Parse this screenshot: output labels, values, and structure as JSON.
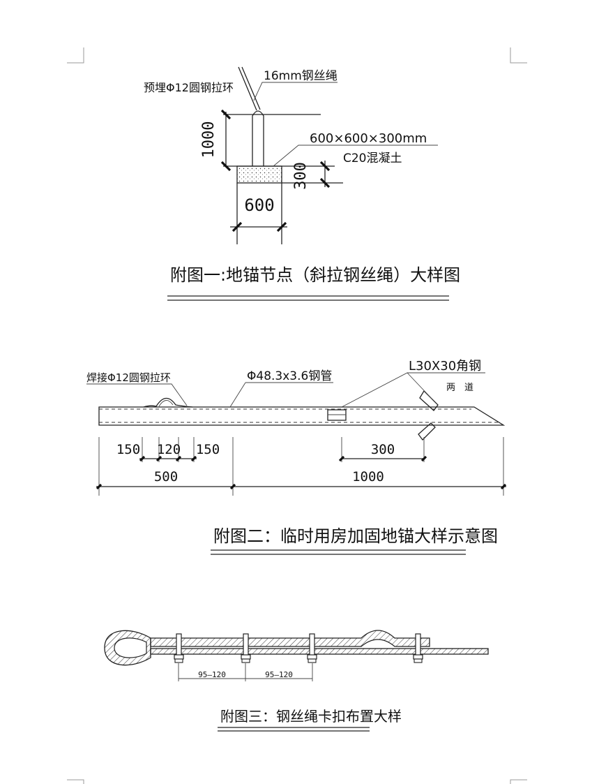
{
  "fig1": {
    "label_ring": "预埋Φ12圆钢拉环",
    "label_rope": "16mm钢丝绳",
    "label_block_size": "600×600×300mm",
    "label_concrete": "C20混凝土",
    "dim_height": "1000",
    "dim_depth": "300",
    "dim_width": "600",
    "title": "附图一:地锚节点（斜拉钢丝绳）大样图"
  },
  "fig2": {
    "label_ring": "焊接Φ12圆钢拉环",
    "label_pipe": "Φ48.3x3.6钢管",
    "label_angle": "L30X30角钢",
    "label_angle_note": "两　道",
    "dim_150_left": "150",
    "dim_120": "120",
    "dim_150_right": "150",
    "dim_300": "300",
    "dim_500": "500",
    "dim_1000": "1000",
    "title": "附图二：临时用房加固地锚大样示意图"
  },
  "fig3": {
    "dim_a": "95–120",
    "dim_b": "95–120",
    "title": "附图三：钢丝绳卡扣布置大样"
  }
}
